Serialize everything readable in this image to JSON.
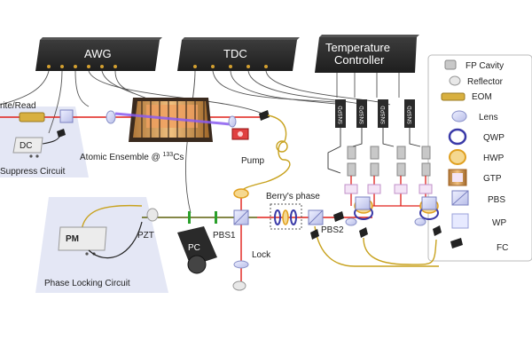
{
  "instruments": {
    "awg": "AWG",
    "tdc": "TDC",
    "temp_line1": "Temperature",
    "temp_line2": "Controller"
  },
  "labels": {
    "write_read": "rite/Read",
    "dc": "DC",
    "suppress": "Suppress Circuit",
    "atomic_prefix": "Atomic Ensemble @ ",
    "atomic_sup": "133",
    "atomic_suffix": "Cs",
    "pump": "Pump",
    "berry": "Berry's phase",
    "pbs1": "PBS1",
    "pbs2": "PBS2",
    "pzt": "PZT",
    "pm": "PM",
    "pc": "PC",
    "lock": "Lock",
    "phase_locking": "Phase Locking Circuit",
    "detector": "SNSPD"
  },
  "legend": {
    "items": [
      {
        "label": "FP Cavity",
        "icon": "fp-cavity-icon"
      },
      {
        "label": "Reflector",
        "icon": "reflector-icon"
      },
      {
        "label": "EOM",
        "icon": "eom-icon"
      },
      {
        "label": "Lens",
        "icon": "lens-icon"
      },
      {
        "label": "QWP",
        "icon": "qwp-icon"
      },
      {
        "label": "HWP",
        "icon": "hwp-icon"
      },
      {
        "label": "GTP",
        "icon": "gtp-icon"
      },
      {
        "label": "PBS",
        "icon": "pbs-icon"
      },
      {
        "label": "WP",
        "icon": "wp-icon"
      },
      {
        "label": "FC",
        "icon": "fc-icon"
      }
    ]
  },
  "colors": {
    "beam_red": "#e0201a",
    "beam_green": "#2aa02a",
    "beam_purple": "#8a5cf0",
    "fiber_yellow": "#c8a21e",
    "box_dark": "#2e2e2e",
    "panel_blue": "#dfe3f3"
  }
}
